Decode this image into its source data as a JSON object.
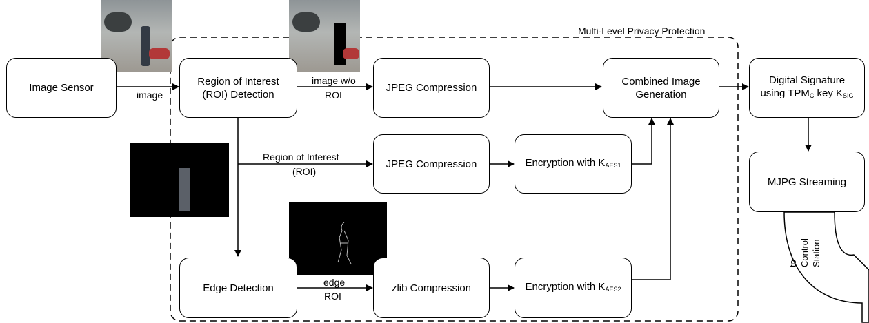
{
  "frame_title": "Multi-Level Privacy Protection",
  "boxes": {
    "image_sensor": "Image Sensor",
    "roi_detection": "Region of Interest (ROI) Detection",
    "jpeg_compression_main": "JPEG Compression",
    "combined_image": "Combined Image Generation",
    "digital_signature": {
      "line1": "Digital Signature",
      "line2_prefix": "using TPM",
      "tpm_sub": "C",
      "line2_mid": " key K",
      "key_sub": "SIG"
    },
    "jpeg_compression_roi": "JPEG Compression",
    "encryption_aes1": {
      "prefix": "Encryption with K",
      "sub": "AES1"
    },
    "mjpg_streaming": "MJPG Streaming",
    "edge_detection": "Edge Detection",
    "zlib_compression": "zlib Compression",
    "encryption_aes2": {
      "prefix": "Encryption with K",
      "sub": "AES2"
    }
  },
  "edge_labels": {
    "image": "image",
    "image_wo_roi_1": "image w/o",
    "image_wo_roi_2": "ROI",
    "region_of_interest_1": "Region of Interest",
    "region_of_interest_2": "(ROI)",
    "edge_roi_1": "edge",
    "edge_roi_2": "ROI"
  },
  "output_arrow": {
    "line1": "to",
    "line2": "Control",
    "line3": "Station"
  }
}
